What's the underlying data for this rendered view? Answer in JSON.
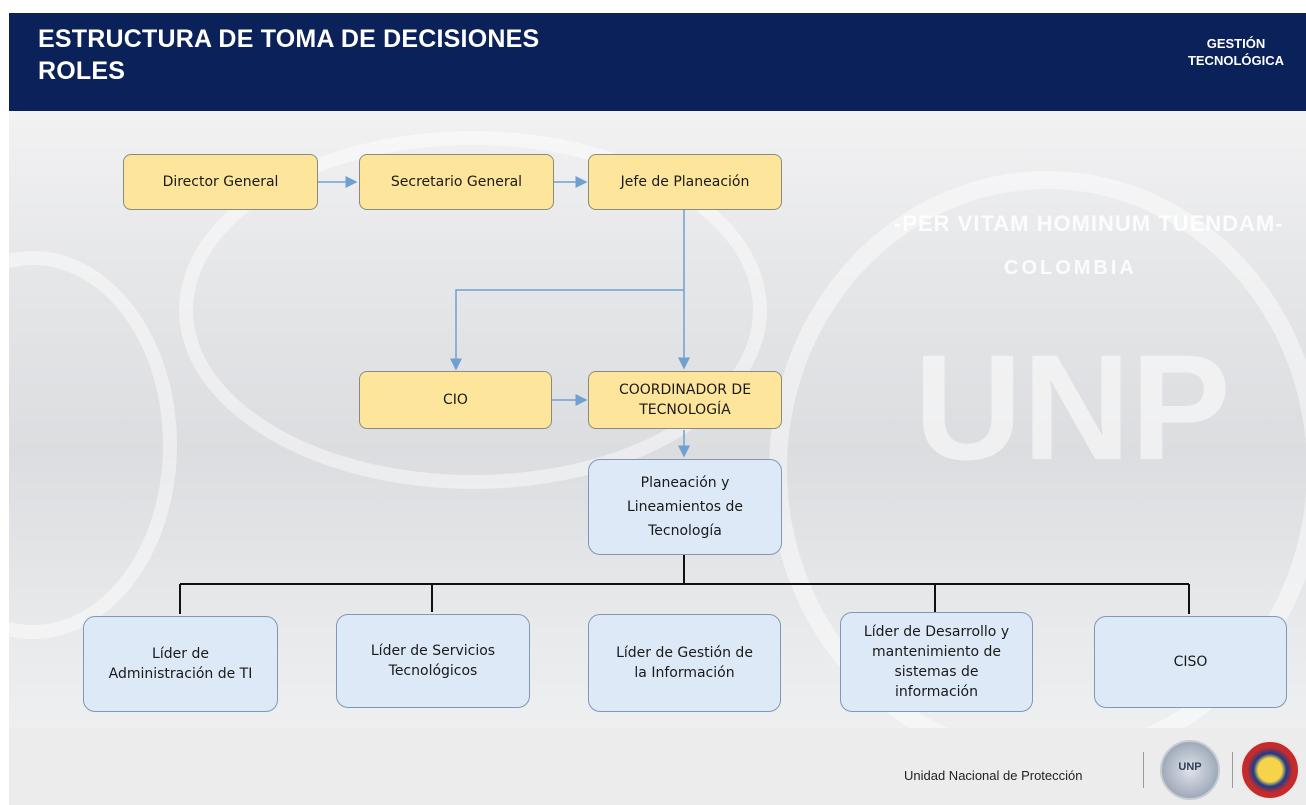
{
  "header": {
    "title_line1": "ESTRUCTURA DE TOMA DE DECISIONES",
    "title_line2": "ROLES",
    "dept_line1": "GESTIÓN",
    "dept_line2": "TECNOLÓGICA"
  },
  "watermark": {
    "motto": "-PER VITAM HOMINUM TUENDAM-",
    "country": "COLOMBIA",
    "acronym": "UNP"
  },
  "nodes": {
    "director": "Director General",
    "secretario": "Secretario General",
    "jefe": "Jefe de Planeación",
    "cio": "CIO",
    "coord_l1": "COORDINADOR DE",
    "coord_l2": "TECNOLOGÍA",
    "plan_l1": "Planeación y",
    "plan_l2": "Lineamientos de",
    "plan_l3": "Tecnología",
    "lider_adm_l1": "Líder de",
    "lider_adm_l2": "Administración de TI",
    "lider_serv_l1": "Líder de Servicios",
    "lider_serv_l2": "Tecnológicos",
    "lider_gest_l1": "Líder de Gestión de",
    "lider_gest_l2": "la Información",
    "lider_des_l1": "Líder de Desarrollo y",
    "lider_des_l2": "mantenimiento de",
    "lider_des_l3": "sistemas de",
    "lider_des_l4": "información",
    "ciso": "CISO"
  },
  "footer": {
    "org_name": "Unidad Nacional de Protección",
    "logo1_text": "UNP"
  },
  "colors": {
    "header_bg": "#0a2159",
    "top_box_fill": "#fde59c",
    "bottom_box_fill": "#dde9f6",
    "arrow": "#6fa0d2"
  }
}
